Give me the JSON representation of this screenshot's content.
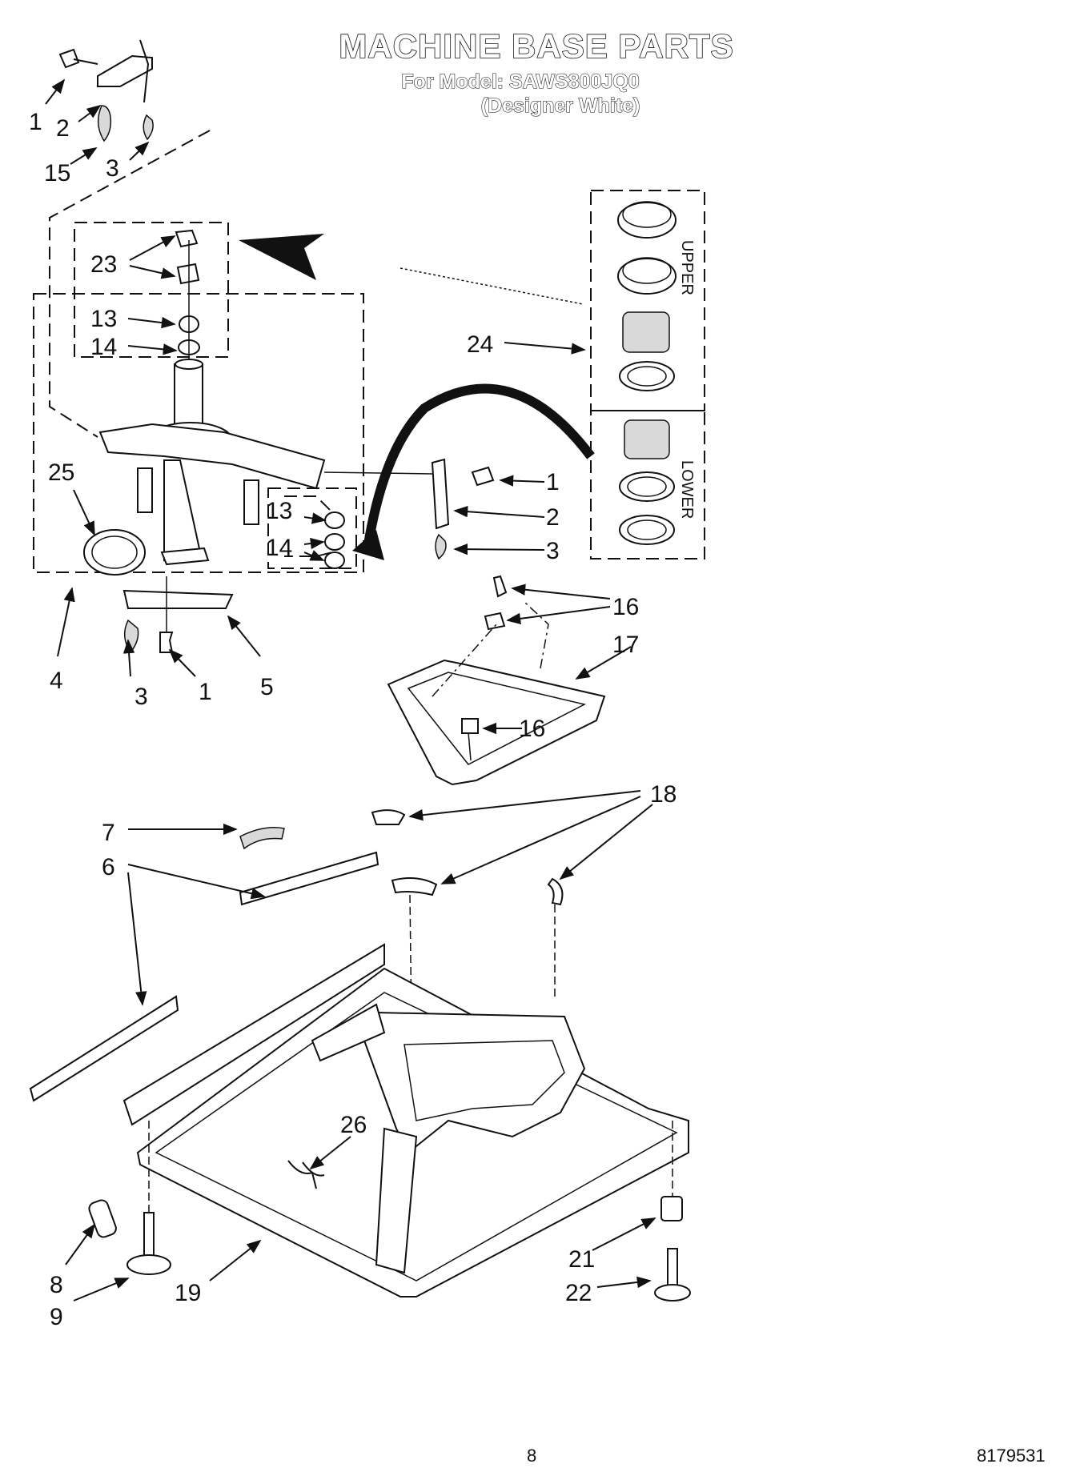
{
  "header": {
    "title": "MACHINE BASE PARTS",
    "model_line": "For Model: SAWS800JQ0",
    "variant": "(Designer White)"
  },
  "group_labels": {
    "upper": "UPPER",
    "lower": "LOWER"
  },
  "callouts": [
    "1",
    "2",
    "15",
    "3",
    "23",
    "13",
    "14",
    "24",
    "25",
    "13",
    "14",
    "1",
    "2",
    "3",
    "4",
    "3",
    "1",
    "5",
    "16",
    "17",
    "16",
    "18",
    "7",
    "6",
    "26",
    "8",
    "9",
    "19",
    "21",
    "22"
  ],
  "footer": {
    "page_number": "8",
    "document_number": "8179531"
  }
}
